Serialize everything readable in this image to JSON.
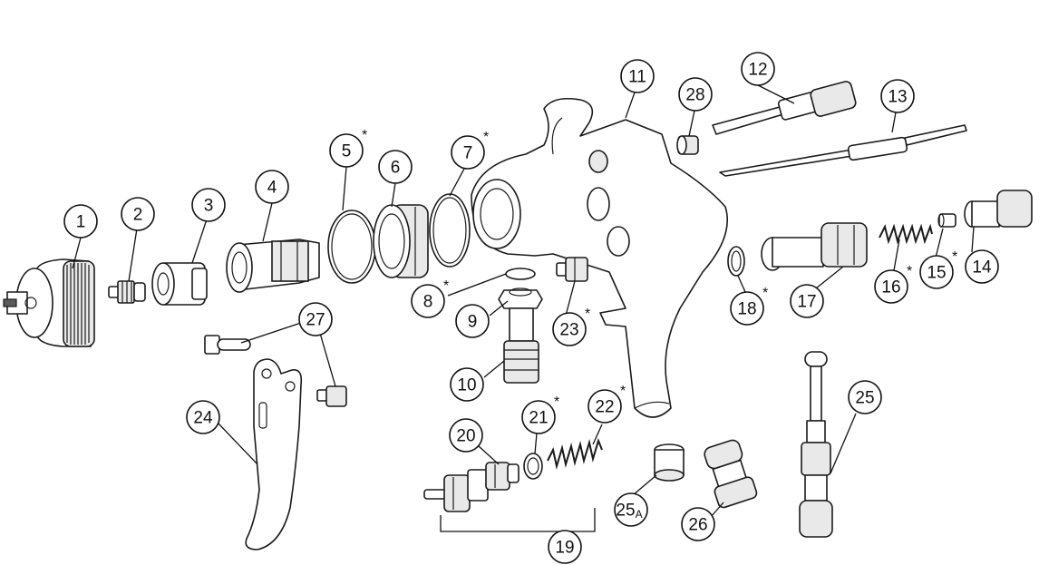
{
  "callouts": [
    {
      "id": "c1",
      "label": "1",
      "star": false
    },
    {
      "id": "c2",
      "label": "2",
      "star": false
    },
    {
      "id": "c3",
      "label": "3",
      "star": false
    },
    {
      "id": "c4",
      "label": "4",
      "star": false
    },
    {
      "id": "c5",
      "label": "5",
      "star": true
    },
    {
      "id": "c6",
      "label": "6",
      "star": false
    },
    {
      "id": "c7",
      "label": "7",
      "star": true
    },
    {
      "id": "c8",
      "label": "8",
      "star": true
    },
    {
      "id": "c9",
      "label": "9",
      "star": false
    },
    {
      "id": "c10",
      "label": "10",
      "star": false
    },
    {
      "id": "c11",
      "label": "11",
      "star": false
    },
    {
      "id": "c12",
      "label": "12",
      "star": false
    },
    {
      "id": "c13",
      "label": "13",
      "star": false
    },
    {
      "id": "c14",
      "label": "14",
      "star": false
    },
    {
      "id": "c15",
      "label": "15",
      "star": true
    },
    {
      "id": "c16",
      "label": "16",
      "star": true
    },
    {
      "id": "c17",
      "label": "17",
      "star": false
    },
    {
      "id": "c18",
      "label": "18",
      "star": true
    },
    {
      "id": "c19",
      "label": "19",
      "star": false
    },
    {
      "id": "c20",
      "label": "20",
      "star": false
    },
    {
      "id": "c21",
      "label": "21",
      "star": true
    },
    {
      "id": "c22",
      "label": "22",
      "star": true
    },
    {
      "id": "c23",
      "label": "23",
      "star": true
    },
    {
      "id": "c24",
      "label": "24",
      "star": false
    },
    {
      "id": "c25",
      "label": "25",
      "star": false
    },
    {
      "id": "c25a",
      "label": "25",
      "sub": "A",
      "star": false
    },
    {
      "id": "c26",
      "label": "26",
      "star": false
    },
    {
      "id": "c27",
      "label": "27",
      "star": false
    },
    {
      "id": "c28",
      "label": "28",
      "star": false
    }
  ],
  "star_symbol": "*",
  "colors": {
    "line": "#1a1a1a",
    "background": "#ffffff",
    "shade": "#e9e9e9"
  }
}
